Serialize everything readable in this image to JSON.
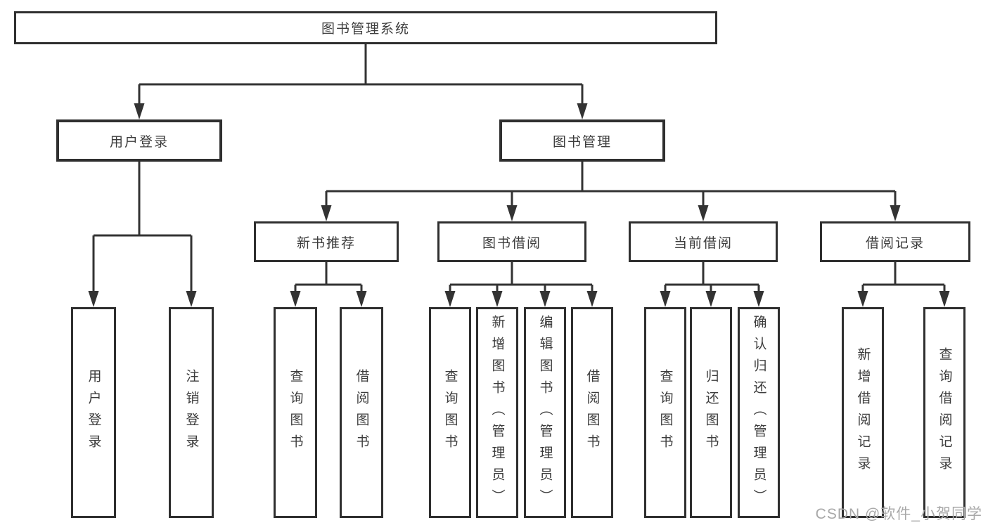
{
  "diagram": {
    "root": {
      "label": "图书管理系统",
      "children": [
        {
          "label": "用户登录",
          "children": [
            {
              "label": "用户登录"
            },
            {
              "label": "注销登录"
            }
          ]
        },
        {
          "label": "图书管理",
          "children": [
            {
              "label": "新书推荐",
              "children": [
                {
                  "label": "查询图书"
                },
                {
                  "label": "借阅图书"
                }
              ]
            },
            {
              "label": "图书借阅",
              "children": [
                {
                  "label": "查询图书"
                },
                {
                  "label": "新增图书（管理员）"
                },
                {
                  "label": "编辑图书（管理员）"
                },
                {
                  "label": "借阅图书"
                }
              ]
            },
            {
              "label": "当前借阅",
              "children": [
                {
                  "label": "查询图书"
                },
                {
                  "label": "归还图书"
                },
                {
                  "label": "确认归还（管理员）"
                }
              ]
            },
            {
              "label": "借阅记录",
              "children": [
                {
                  "label": "新增借阅记录"
                },
                {
                  "label": "查询借阅记录"
                }
              ]
            }
          ]
        }
      ]
    },
    "watermark": "CSDN @软件_小贺同学",
    "colors": {
      "line": "#333333",
      "border": "#2f2f2f",
      "text": "#3c3c3c",
      "background": "#ffffff",
      "watermark": "#a8a8a8"
    }
  }
}
